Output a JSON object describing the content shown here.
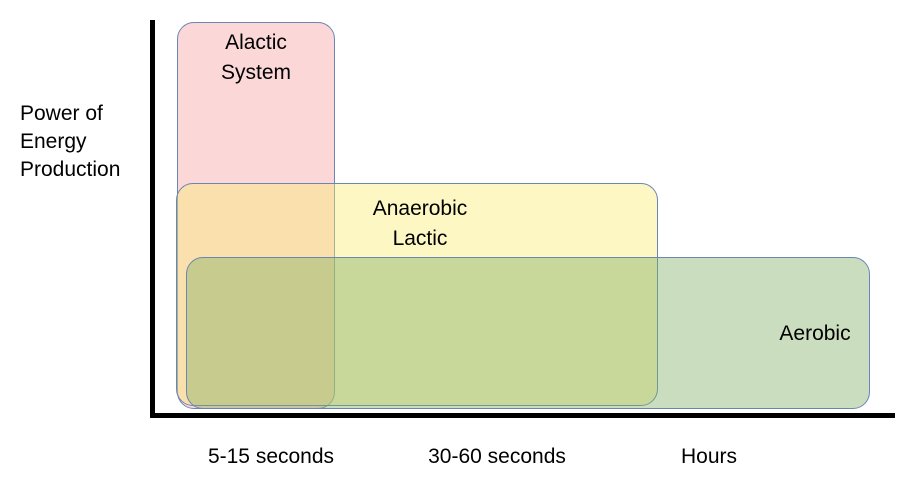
{
  "figure": {
    "title": "",
    "y_axis_caption": "Power of\nEnergy\nProduction"
  },
  "zones": [
    {
      "name": "alactic-system",
      "label": "Alactic\nSystem",
      "color": "#f4d0d0",
      "border_color": "#6b86b5",
      "duration": "5-15 seconds",
      "power_rank": 1
    },
    {
      "name": "anaerobic-lactic",
      "label": "Anaerobic\nLactic",
      "color": "#fbf8c2",
      "border_color": "#6b86b5",
      "duration": "30-60 seconds",
      "power_rank": 2
    },
    {
      "name": "aerobic",
      "label": "Aerobic",
      "color": "#cfdfc3",
      "border_color": "#6b86b5",
      "duration": "Hours",
      "power_rank": 3
    }
  ],
  "x_axis": {
    "ticks": [
      "5-15 seconds",
      "30-60 seconds",
      "Hours"
    ]
  },
  "chart_data": {
    "type": "bar",
    "title": "",
    "xlabel": "",
    "ylabel": "Power of Energy Production",
    "categories": [
      "5-15 seconds",
      "30-60 seconds",
      "Hours"
    ],
    "grid": false,
    "legend": "none",
    "series": [
      {
        "name": "Alactic System",
        "x_start": "0 seconds",
        "x_end": "5-15 seconds",
        "power_level": "highest",
        "values": [
          100,
          0,
          0
        ],
        "color": "#f4d0d0"
      },
      {
        "name": "Anaerobic Lactic",
        "x_start": "0 seconds",
        "x_end": "30-60 seconds",
        "power_level": "medium",
        "values": [
          58,
          58,
          0
        ],
        "color": "#fbf8c2"
      },
      {
        "name": "Aerobic",
        "x_start": "0 seconds",
        "x_end": "Hours",
        "power_level": "lowest",
        "values": [
          39,
          39,
          39
        ],
        "color": "#cfdfc3"
      }
    ],
    "ylim": [
      0,
      100
    ],
    "notes": "Overlapping rounded rectangles show each energy system's duration span along x and relative power output along y."
  }
}
